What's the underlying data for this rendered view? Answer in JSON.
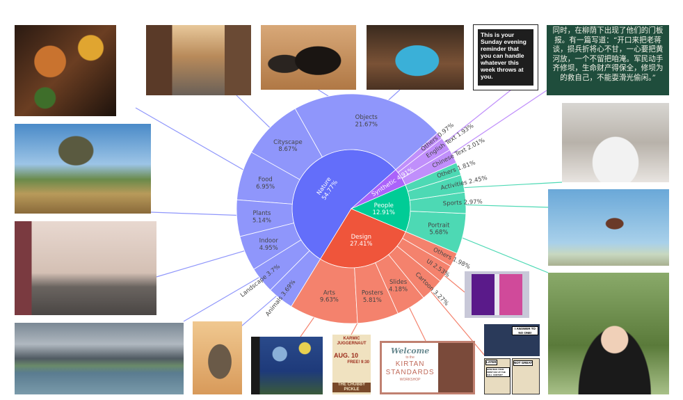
{
  "chart_data": {
    "type": "sunburst",
    "title": "",
    "unit": "%",
    "colors": {
      "Nature": [
        "#636efa",
        "#8f96fb"
      ],
      "Design": [
        "#ef553b",
        "#f4826d"
      ],
      "People": [
        "#00cc96",
        "#4dd9b4"
      ],
      "Synthetic": [
        "#ab63fa",
        "#c08ffb"
      ]
    },
    "series": [
      {
        "name": "Nature",
        "label": "54.77%",
        "value": 54.77,
        "children": [
          {
            "name": "Objects",
            "label": "21.67%",
            "value": 21.67
          },
          {
            "name": "Cityscape",
            "label": "8.67%",
            "value": 8.67
          },
          {
            "name": "Food",
            "label": "6.95%",
            "value": 6.95
          },
          {
            "name": "Plants",
            "label": "5.14%",
            "value": 5.14
          },
          {
            "name": "Indoor",
            "label": "4.95%",
            "value": 4.95
          },
          {
            "name": "Landscape",
            "label": "3.7%",
            "value": 3.7
          },
          {
            "name": "Animals",
            "label": "3.69%",
            "value": 3.69
          }
        ]
      },
      {
        "name": "Design",
        "label": "27.41%",
        "value": 27.41,
        "children": [
          {
            "name": "Arts",
            "label": "9.63%",
            "value": 9.63
          },
          {
            "name": "Posters",
            "label": "5.81%",
            "value": 5.81
          },
          {
            "name": "Slides",
            "label": "4.18%",
            "value": 4.18
          },
          {
            "name": "Cartoon",
            "label": "3.27%",
            "value": 3.27
          },
          {
            "name": "UI",
            "label": "2.53%",
            "value": 2.53
          },
          {
            "name": "Others",
            "label": "1.98%",
            "value": 1.98
          }
        ]
      },
      {
        "name": "People",
        "label": "12.91%",
        "value": 12.91,
        "children": [
          {
            "name": "Portrait",
            "label": "5.68%",
            "value": 5.68
          },
          {
            "name": "Sports",
            "label": "2.97%",
            "value": 2.97
          },
          {
            "name": "Activities",
            "label": "2.45%",
            "value": 2.45
          },
          {
            "name": "Others",
            "label": "1.81%",
            "value": 1.81
          }
        ]
      },
      {
        "name": "Synthetic",
        "label": "4.91%",
        "value": 4.91,
        "children": [
          {
            "name": "Chinese Text",
            "label": "2.01%",
            "value": 2.01
          },
          {
            "name": "English Text",
            "label": "1.93%",
            "value": 1.93
          },
          {
            "name": "Others",
            "label": "0.97%",
            "value": 0.97
          }
        ]
      }
    ]
  },
  "thumbnails": {
    "english_text": "This is your Sunday evening reminder that you can handle whatever this week throws at you.",
    "chinese_text": "同时，在柳荫下出现了他们的门板报。有一篇写道：“开口来把老蒋谈，损兵折将心不甘，一心要把黄河放，一个不留把咱淹。军民动手齐修坝，生命财产得保全，修坝为的救自己，不能耍滑光偷闲。”",
    "slide_welcome": "Welcome",
    "slide_to_the": "to the",
    "slide_kirtan": "KIRTAN",
    "slide_standards": "STANDARDS",
    "slide_workshop": "WORKSHOP",
    "poster_title": "KARMIC JUGGERNAUT",
    "poster_date": "AUG. 10",
    "poster_free": "FREE! 9:30",
    "poster_footer": "THE CHUBBY PICKLE",
    "cartoon_bubble1": "I ANSWER TO NO ONE!",
    "cartoon_later": "LATER",
    "cartoon_bubble2": "HOW WAS YOUR FIRST DAY AT THE CALL CENTER?",
    "cartoon_bubble3": "NOT GREAT"
  }
}
